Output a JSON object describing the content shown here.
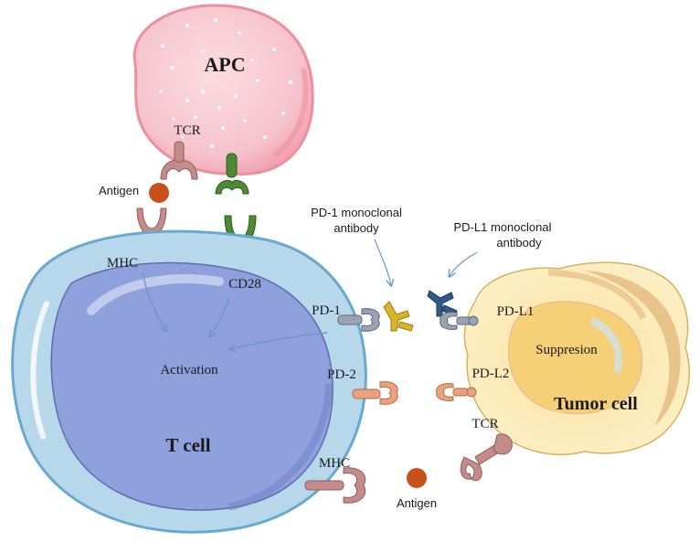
{
  "labels": {
    "apc": "APC",
    "tcr_top": "TCR",
    "antigen_top": "Antigen",
    "mhc_top": "MHC",
    "cd28": "CD28",
    "pd1_antibody_line1": "PD-1 monoclonal",
    "pd1_antibody_line2": "antibody",
    "pdl1_antibody_line1": "PD-L1 monoclonal",
    "pdl1_antibody_line2": "antibody",
    "pd1": "PD-1",
    "pdl1": "PD-L1",
    "pd2": "PD-2",
    "pdl2": "PD-L2",
    "activation": "Activation",
    "suppression": "Suppresion",
    "tumor_cell": "Tumor cell",
    "t_cell": "T cell",
    "tcr_tumor": "TCR",
    "mhc_bottom": "MHC",
    "antigen_bottom": "Antigen"
  },
  "colors": {
    "apc_fill": "#f6c3cc",
    "apc_edge": "#ee8fa0",
    "tcell_outer": "#b7d8ea",
    "tcell_outer_edge": "#6aa9cf",
    "tcell_inner": "#8fa1dc",
    "tumor_fill": "#fbe5a7",
    "tumor_core": "#f6cf74",
    "tumor_band": "#e2b679",
    "receptor_pink": "#c48b8b",
    "receptor_green": "#4d8a34",
    "antigen": "#c8501b",
    "pd1_receptor": "#9aa2b4",
    "pd2_receptor": "#eaa27c",
    "pd1_antibody": "#d9b428",
    "pdl1_antibody": "#2e5a86",
    "arrow": "#6a93cf"
  }
}
